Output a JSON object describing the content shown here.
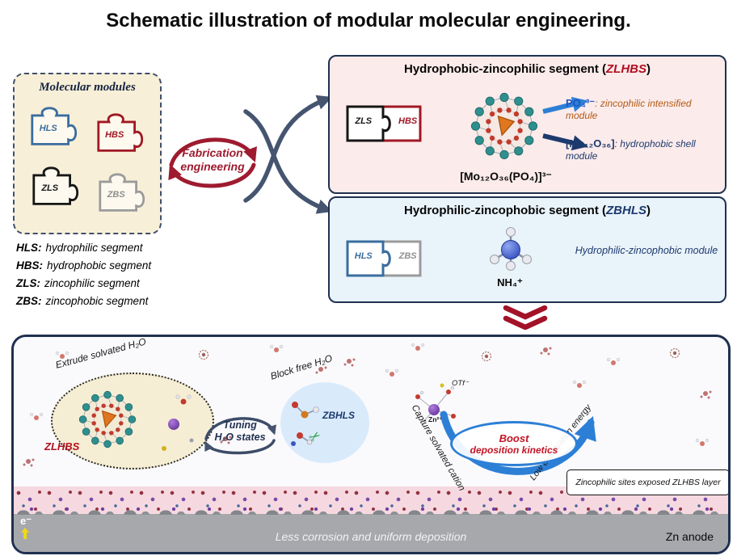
{
  "title": "Schematic illustration of modular molecular engineering.",
  "modules_panel": {
    "title": "Molecular modules",
    "pieces": [
      {
        "label": "HLS"
      },
      {
        "label": "HBS"
      },
      {
        "label": "ZLS"
      },
      {
        "label": "ZBS"
      }
    ]
  },
  "legend": {
    "items": [
      {
        "abbr": "HLS:",
        "desc": "hydrophilic segment"
      },
      {
        "abbr": "HBS:",
        "desc": "hydrophobic segment"
      },
      {
        "abbr": "ZLS:",
        "desc": "zincophilic segment"
      },
      {
        "abbr": "ZBS:",
        "desc": "zincophobic segment"
      }
    ]
  },
  "fabrication": {
    "line1": "Fabrication",
    "line2": "engineering"
  },
  "panel_zlhbs": {
    "title_prefix": "Hydrophobic-zincophilic segment (",
    "title_accent": "ZLHBS",
    "title_suffix": ")",
    "piece_left": "ZLS",
    "piece_right": "HBS",
    "po4_term": "PO₄³⁻",
    "po4_desc": ": zincophilic intensified module",
    "mo_term": "[Mo₁₂O₃₆]",
    "mo_desc": ": hydrophobic shell module",
    "formula": "[Mo₁₂O₃₆(PO₄)]³⁻"
  },
  "panel_zbhls": {
    "title_prefix": "Hydrophilic-zincophobic segment (",
    "title_accent": "ZBHLS",
    "title_suffix": ")",
    "piece_left": "HLS",
    "piece_right": "ZBS",
    "molecule_label": "NH₄⁺",
    "module_desc": "Hydrophilic-zincophobic module"
  },
  "bottom_panel": {
    "extrude_label": "Extrude solvated H₂O",
    "zlhbs_label": "ZLHBS",
    "tuning_line1": "Tuning",
    "tuning_line2": "H₂O states",
    "block_label": "Block free H₂O",
    "zbhls_label": "ZBHLS",
    "zn_ion": "Zn²⁺",
    "otf_ion": "OTf⁻",
    "capture_label": "Capture solvated cation",
    "boost_line1": "Boost",
    "boost_line2": "deposition kinetics",
    "desolvation_label": "Low desolvation energy",
    "layer_note": "Zincophilic sites exposed ZLHBS layer",
    "electron_label": "e⁻",
    "anode_caption": "Less corrosion and uniform deposition",
    "anode_label": "Zn anode"
  },
  "colors": {
    "accent_red": "#a01824",
    "navy_border": "#1f3050",
    "piece_blue": "#3a6d9e",
    "piece_gray": "#8f8f8f",
    "po4_blue": "#1a56c4",
    "module_orange": "#b05a14",
    "panel_pink": "#fcebeb",
    "panel_blue": "#e9f3fa",
    "layer_pink": "#f6d9e0",
    "anode_gray": "#a6a8ac",
    "boost_red": "#c41425",
    "big_arrow_blue": "#2d7fd6",
    "scissors_green": "#2ba04a",
    "electron_yellow": "#f0d815"
  }
}
